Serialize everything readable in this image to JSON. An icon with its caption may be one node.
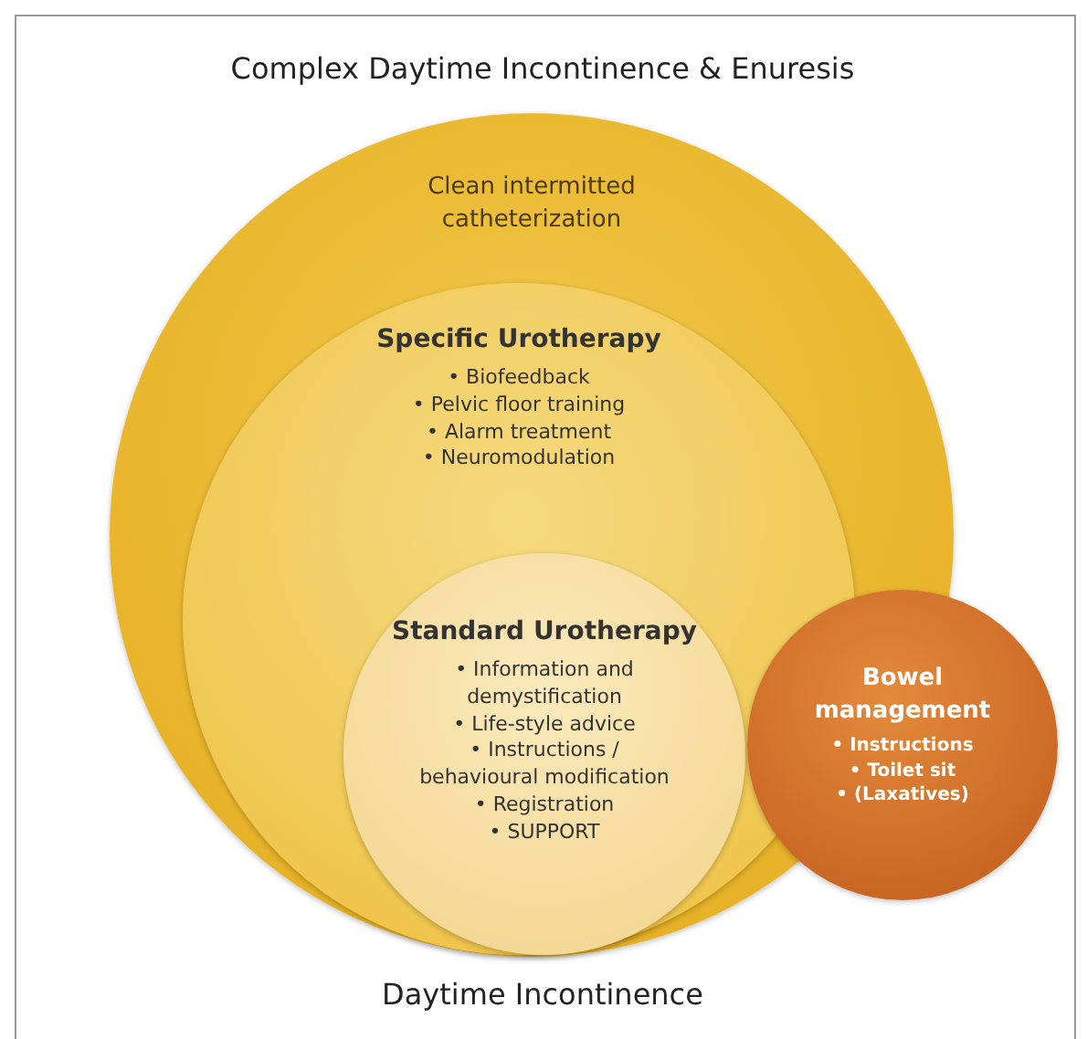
{
  "diagram": {
    "title": "Complex Daytime Incontinence & Enuresis",
    "nodes": [
      {
        "text": [
          "Clean intermitted catheterization"
        ]
      },
      {
        "text": [
          "Specific Urotherapy",
          "• Biofeedback",
          "• Pelvic floor training",
          "• Alarm treatment",
          "• Neuromodulation"
        ],
        "in": 0
      },
      {
        "text": [
          "Standard Urotherapy",
          "• Information and demystification",
          "• Life-style advice",
          "• Instructions / behavioural modification",
          "• Registration",
          "• SUPPORT"
        ],
        "in": 1
      },
      {
        "text": [
          "Bowel management",
          "• Instructions",
          "• Toilet sit",
          "• (Laxatives)"
        ]
      }
    ],
    "labels": [
      "Daytime Incontinence"
    ]
  }
}
